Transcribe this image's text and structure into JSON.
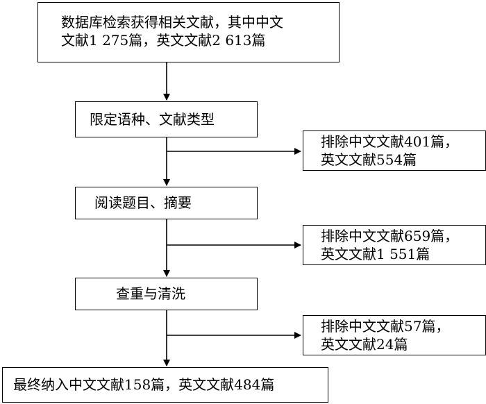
{
  "flowchart": {
    "step_search": [
      "数据库检索获得相关文献，其中中文",
      "文献1 275篇，英文文献2 613篇"
    ],
    "step_limit": "限定语种、文献类型",
    "exclude_1": [
      "排除中文文献401篇，",
      "英文文献554篇"
    ],
    "step_read": "阅读题目、摘要",
    "exclude_2": [
      "排除中文文献659篇，",
      "英文文献1 551篇"
    ],
    "step_dedup": "查重与清洗",
    "exclude_3": [
      "排除中文文献57篇，",
      "英文文献24篇"
    ],
    "step_final": "最终纳入中文文献158篇，英文文献484篇"
  }
}
